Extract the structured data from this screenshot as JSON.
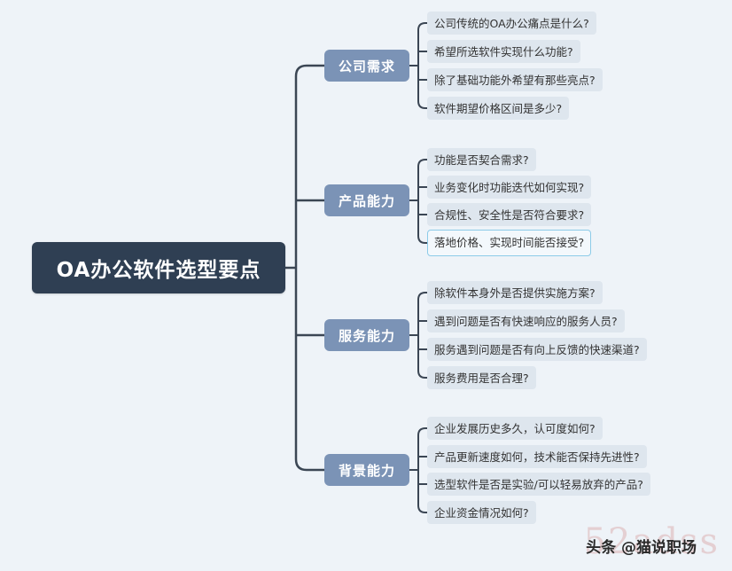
{
  "root": {
    "label": "OA办公软件选型要点"
  },
  "branches": [
    {
      "label": "公司需求",
      "items": [
        "公司传统的OA办公痛点是什么?",
        "希望所选软件实现什么功能?",
        "除了基础功能外希望有那些亮点?",
        "软件期望价格区间是多少?"
      ]
    },
    {
      "label": "产品能力",
      "items": [
        "功能是否契合需求?",
        "业务变化时功能迭代如何实现?",
        "合规性、安全性是否符合要求?",
        "落地价格、实现时间能否接受?"
      ]
    },
    {
      "label": "服务能力",
      "items": [
        "除软件本身外是否提供实施方案?",
        "遇到问题是否有快速响应的服务人员?",
        "服务遇到问题是否有向上反馈的快速渠道?",
        "服务费用是否合理?"
      ]
    },
    {
      "label": "背景能力",
      "items": [
        "企业发展历史多久，认可度如何?",
        "产品更新速度如何，技术能否保持先进性?",
        "选型软件是否是实验/可以轻易放弃的产品?",
        "企业资金情况如何?"
      ]
    }
  ],
  "watermark": "52adss",
  "credit": "头条 @猫说职场",
  "colors": {
    "background": "#eef3f8",
    "root": "#2f3f53",
    "branch": "#7b93b6",
    "leaf": "#dee6ee",
    "connector": "#3b4654",
    "selected_border": "#8ccbe8"
  }
}
